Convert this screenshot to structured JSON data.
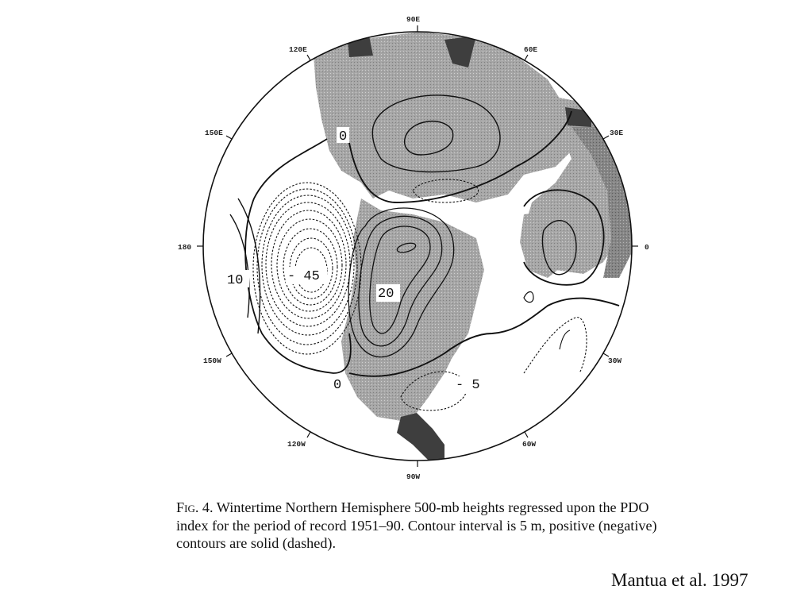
{
  "map": {
    "longitude_labels": {
      "top": "90E",
      "upper_right": "60E",
      "right_upper": "30E",
      "right": "0",
      "right_lower": "30W",
      "lower_right": "60W",
      "bottom": "90W",
      "lower_left": "120W",
      "left_lower": "150W",
      "left": "180",
      "left_upper": "150E",
      "upper_left": "120E"
    },
    "contour_labels": {
      "zero_north": "0",
      "ten": "10",
      "minus_45": "- 45",
      "twenty": "20",
      "zero_south": "0",
      "minus_5": "- 5"
    },
    "colors": {
      "land": "#9c9c9c",
      "land_dark": "#5a5a5a",
      "ocean": "#ffffff",
      "contour": "#111111"
    }
  },
  "caption": {
    "figure_label": "Fig. 4.",
    "text": "Wintertime Northern Hemisphere 500-mb heights regressed upon the PDO index for the period of record 1951–90. Contour interval is 5 m, positive (negative) contours are solid (dashed)."
  },
  "credit": "Mantua et al. 1997"
}
